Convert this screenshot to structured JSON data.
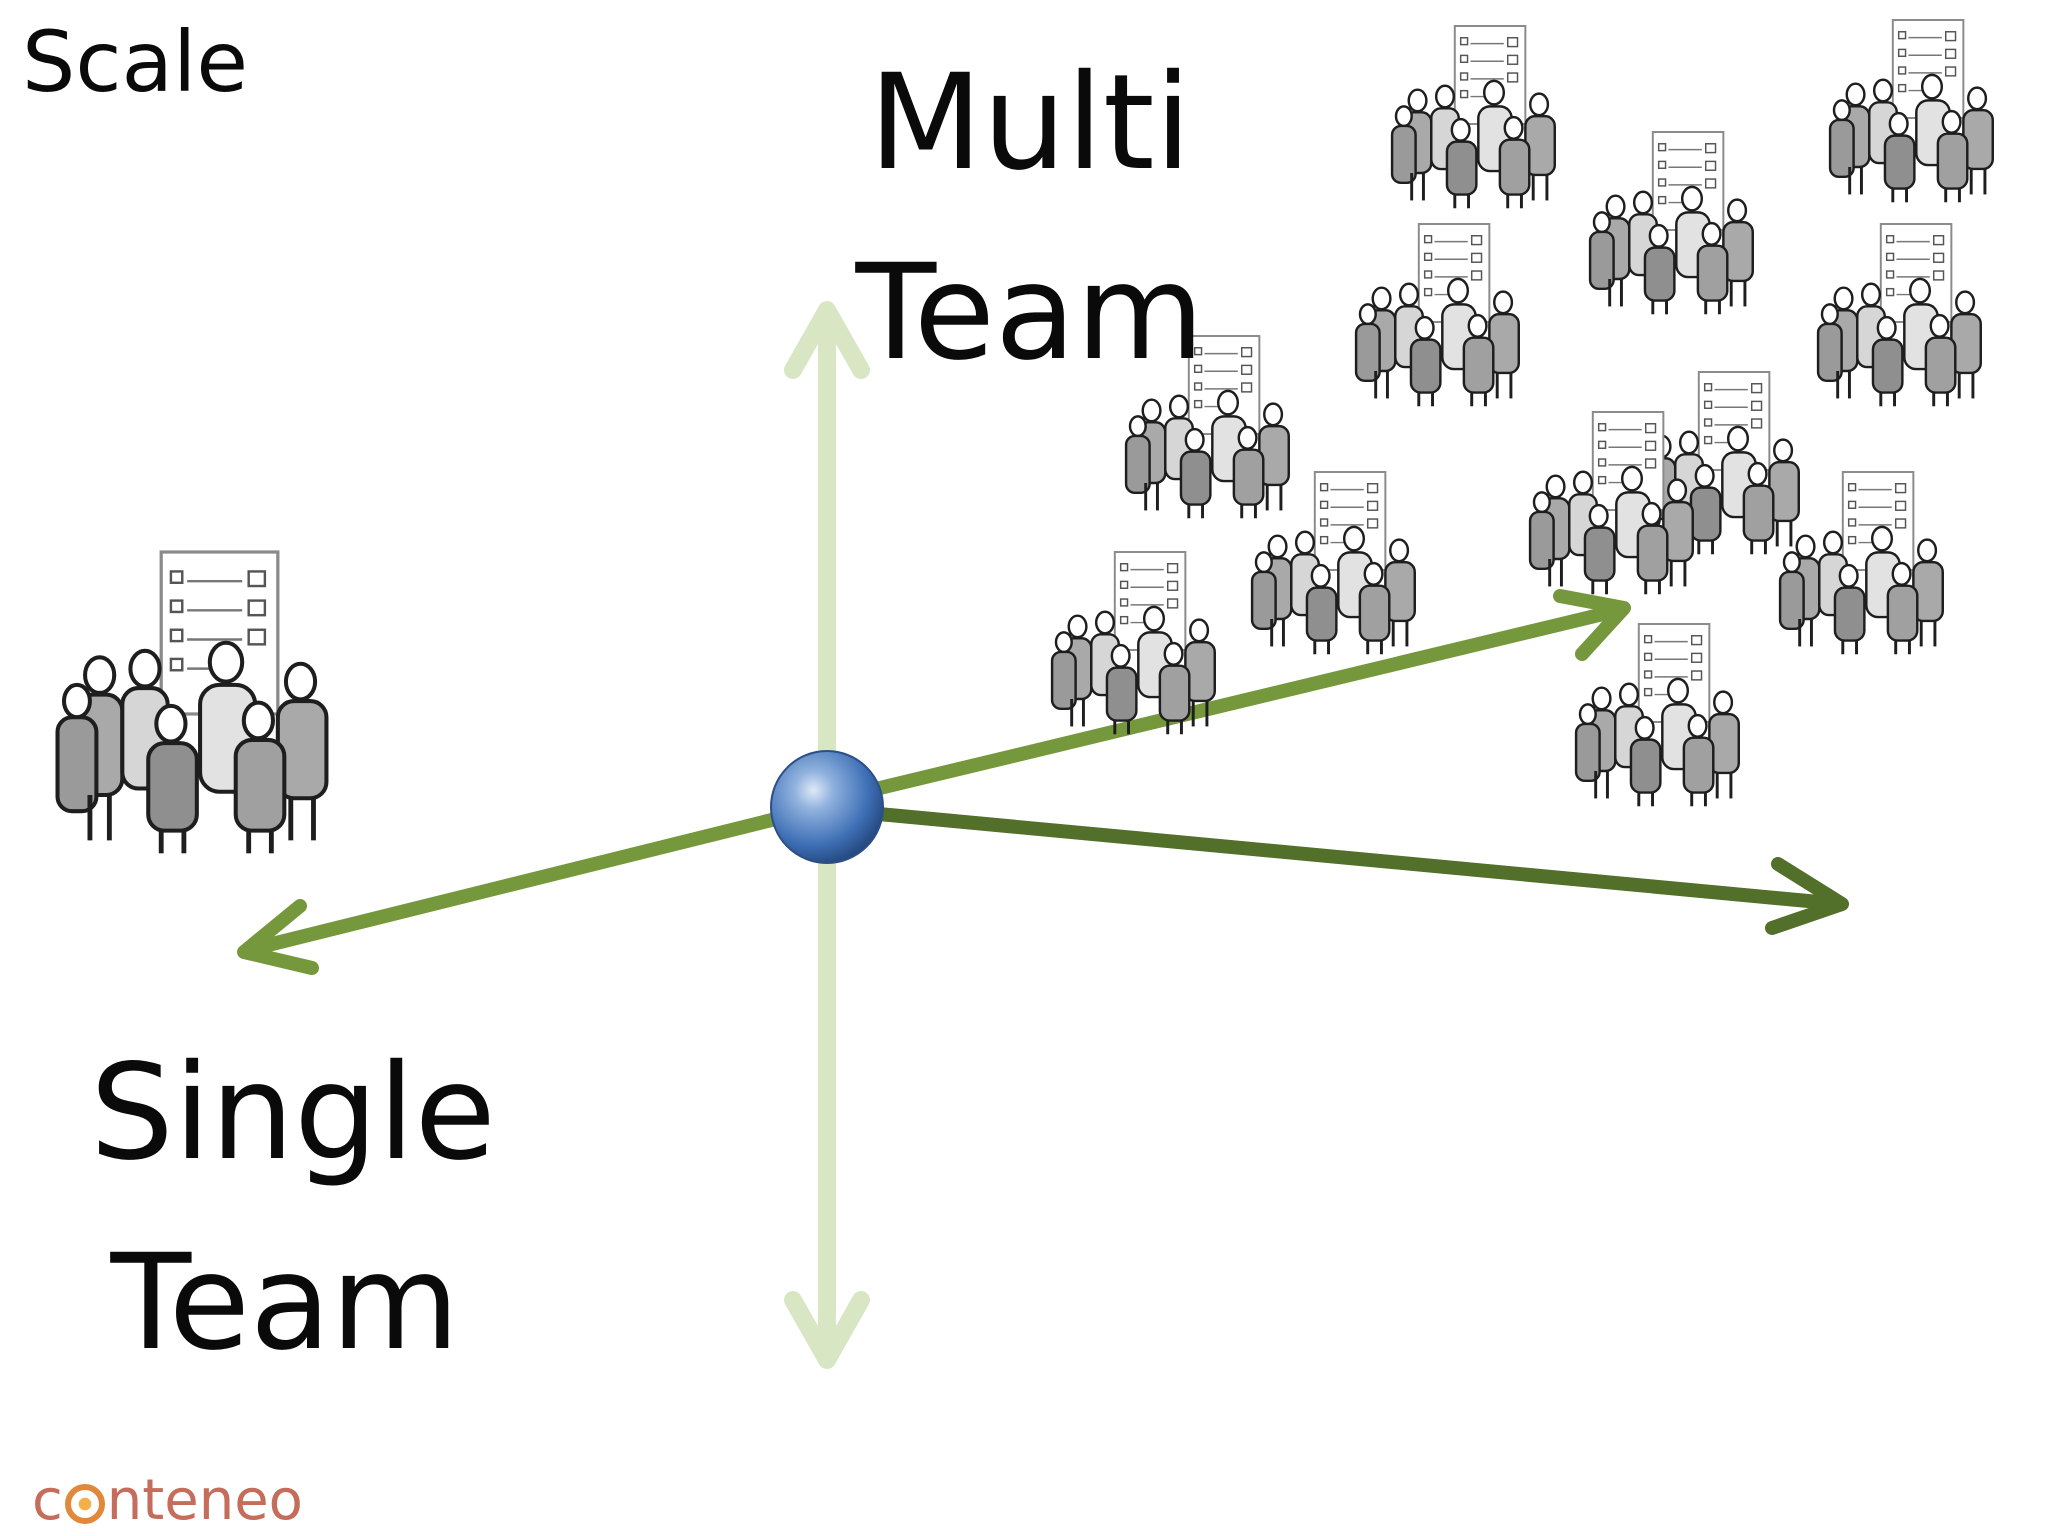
{
  "slide": {
    "corner_title": "Scale",
    "axis_labels": {
      "multi": {
        "line1": "Multi",
        "line2": "Team"
      },
      "single": {
        "line1": "Single",
        "line2": "Team"
      }
    },
    "logo": {
      "text_before": "c",
      "text_after": "nteneo"
    }
  },
  "colors": {
    "vertical_axis": "#d8e6c4",
    "axis_green": "#74983b",
    "axis_dark_green": "#52702a",
    "sphere": "#3e6fb5",
    "logo_text": "#c56c5a",
    "logo_ring": "#e2883a"
  }
}
